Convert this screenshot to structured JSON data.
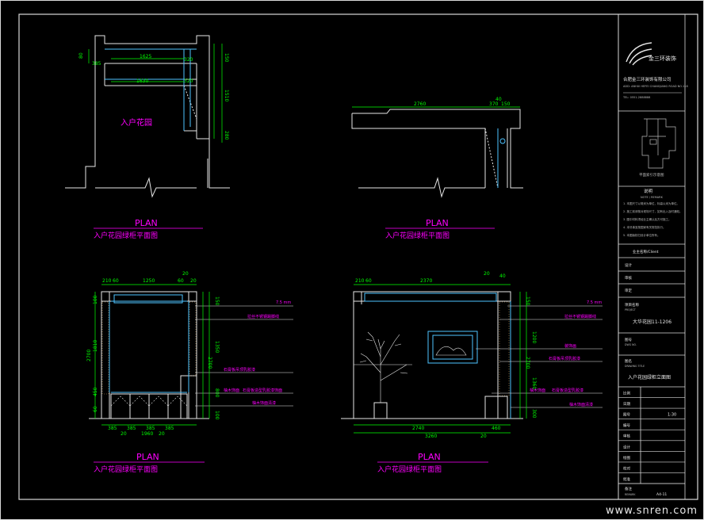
{
  "drawings": [
    {
      "plan": "PLAN",
      "title": "入户花园绿柜平面图",
      "area_label": "入户花园",
      "dims_top": [
        "1625",
        "320",
        "1630",
        "320"
      ],
      "dims_left": [
        "80",
        "385"
      ],
      "dims_right": [
        "150",
        "1510",
        "280"
      ]
    },
    {
      "plan": "PLAN",
      "title": "入户花园绿柜平面图",
      "dims_top": [
        "2760",
        "370",
        "40",
        "150"
      ]
    },
    {
      "plan": "PLAN",
      "title": "入户花园绿柜平面图",
      "dims_top": [
        "210",
        "60",
        "1250",
        "60",
        "20",
        "20"
      ],
      "dims_bottom": [
        "385",
        "385",
        "385",
        "385",
        "20",
        "1960",
        "20"
      ],
      "dims_left": [
        "2700",
        "1810",
        "60",
        "450",
        "100"
      ],
      "dims_right": [
        "150",
        "2700",
        "1350",
        "800",
        "100"
      ],
      "notes": [
        "拉丝不锈钢踢脚线",
        "石膏板吊顶乳胶漆",
        "石膏板造型乳胶漆饰面",
        "柚木饰面",
        "柚木饰面清漆"
      ],
      "level": "7.5 mm"
    },
    {
      "plan": "PLAN",
      "title": "入户花园绿柜平面图",
      "dims_top": [
        "210",
        "60",
        "2370",
        "20",
        "40"
      ],
      "dims_bottom": [
        "2740",
        "460",
        "3260",
        "20"
      ],
      "dims_right": [
        "150",
        "2700",
        "1200",
        "1360",
        "300"
      ],
      "notes": [
        "拉丝不锈钢踢脚线",
        "装饰画",
        "石膏板吊顶乳胶漆",
        "柚木饰面",
        "柚木饰面清漆",
        "石膏板造型乳胶漆"
      ],
      "level": "7.5 mm"
    }
  ],
  "title_block": {
    "company": "金三环装饰",
    "company_full": "合肥金三环装饰有限公司",
    "address_lines": [
      "ADD: ANHUI HEFEI CHANGJIANG ROAD NO.118",
      "TEL: 0551-2888888"
    ],
    "key_plan_caption": "平面索引示意图",
    "notes_header": "说明",
    "notes_sub": "NOTE / REMARK",
    "notes": [
      "1. 本图尺寸以毫米为单位，标高以米为单位。",
      "2. 施工前请核对现场尺寸，如有出入及时通知。",
      "3. 图中材料须经业主确认后方可施工。",
      "4. 未尽事宜按国家有关规范执行。",
      "5. 本图版权归设计单位所有。"
    ],
    "rows": [
      "业主名称/Client",
      "设计",
      "审核",
      "审定"
    ],
    "project_label": "项目名称",
    "project_label_en": "PROJECT",
    "project_name": "大华花园11-1206",
    "drawing_no_label": "图号",
    "drawing_no_label_en": "DWG NO.",
    "drawing_title_label": "图名",
    "drawing_title_label_en": "DRAWING TITLE",
    "drawing_title": "入户花园绿柜立面图",
    "grid": [
      {
        "label": "比例",
        "value": ""
      },
      {
        "label": "日期",
        "value": ""
      },
      {
        "label": "图号",
        "value": "1:30"
      },
      {
        "label": "编号",
        "value": ""
      },
      {
        "label": "审核",
        "value": ""
      },
      {
        "label": "设计",
        "value": ""
      },
      {
        "label": "绘图",
        "value": ""
      },
      {
        "label": "校对",
        "value": ""
      },
      {
        "label": "批准",
        "value": ""
      }
    ],
    "footer": [
      "备注",
      "REMARK",
      "A4-11"
    ]
  },
  "watermark": "www.snren.com",
  "colors": {
    "background": "#000000",
    "line": "#e6e6e6",
    "title": "#ff00ff",
    "dim": "#00ff00",
    "wall": "#4ec3ff",
    "frame": "#d9d9d9"
  }
}
